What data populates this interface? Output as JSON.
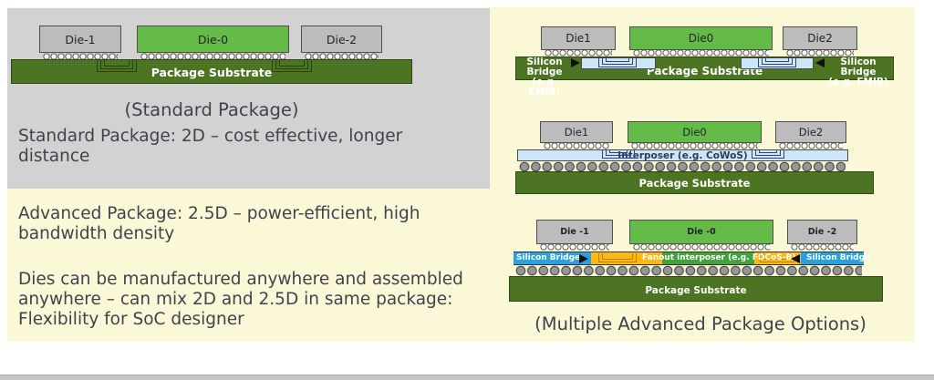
{
  "panels": {
    "standard": {
      "caption": "(Standard Package)",
      "description": "Standard Package: 2D – cost effective, longer\ndistance",
      "diagram": {
        "die_left": "Die-1",
        "die_center": "Die-0",
        "die_right": "Die-2",
        "substrate": "Package Substrate"
      }
    },
    "advanced_notes": {
      "para1": "Advanced Package: 2.5D – power-efficient, high\nbandwidth density",
      "para2": "Dies can be manufactured anywhere and assembled\nanywhere – can mix 2D and 2.5D in same package:\nFlexibility for SoC designer"
    },
    "advanced": {
      "caption": "(Multiple Advanced Package Options)",
      "emib": {
        "die_left": "Die1",
        "die_center": "Die0",
        "die_right": "Die2",
        "substrate": "Package Substrate",
        "bridge_left": "Silicon Bridge\n(e.g. EMIB)",
        "bridge_right": "Silicon Bridge\n(e.g. EMIB)"
      },
      "cowos": {
        "die_left": "Die1",
        "die_center": "Die0",
        "die_right": "Die2",
        "interposer": "Interposer (e.g. CoWoS)",
        "substrate": "Package Substrate"
      },
      "focos": {
        "die_left": "Die -1",
        "die_center": "Die -0",
        "die_right": "Die -2",
        "bridge_left": "Silicon Bridge",
        "bridge_right": "Silicon Bridge",
        "interposer": "Fanout interposer (e.g. FOCoS-B)",
        "substrate": "Package Substrate"
      }
    }
  },
  "colors": {
    "panel_yellow": "#fbf8d7",
    "panel_gray": "#d2d2d2",
    "die_gray": "#bcbcbc",
    "die_green": "#64bb47",
    "substrate_green": "#4c7423",
    "interposer_lightblue": "#cde7f8",
    "silicon_bridge_blue": "#29a0e1",
    "fanout_orange": "#fdb813",
    "fanout_green": "#42a23c"
  }
}
